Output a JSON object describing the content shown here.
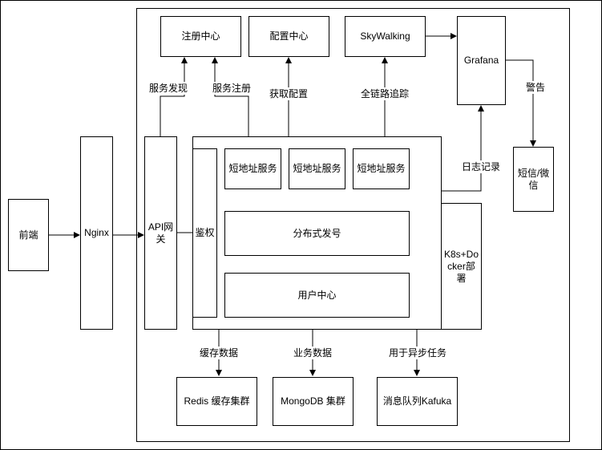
{
  "diagram": {
    "nodes": {
      "frontend": "前端",
      "nginx": "Nginx",
      "api_gateway": "API网关",
      "registry": "注册中心",
      "config_center": "配置中心",
      "skywalking": "SkyWalking",
      "grafana": "Grafana",
      "sms_wechat": "短信/微信",
      "auth": "鉴权",
      "short_url_service_1": "短地址服务",
      "short_url_service_2": "短地址服务",
      "short_url_service_3": "短地址服务",
      "distributed_id": "分布式发号",
      "user_center": "用户中心",
      "k8s_docker": "K8s+Docker部署",
      "redis": "Redis 缓存集群",
      "mongodb": "MongoDB 集群",
      "kafka": "消息队列Kafuka"
    },
    "edge_labels": {
      "service_discovery": "服务发现",
      "service_register": "服务注册",
      "get_config": "获取配置",
      "full_trace": "全链路追踪",
      "alert": "警告",
      "log_record": "日志记录",
      "cache_data": "缓存数据",
      "business_data": "业务数据",
      "async_tasks": "用于异步任务"
    }
  }
}
